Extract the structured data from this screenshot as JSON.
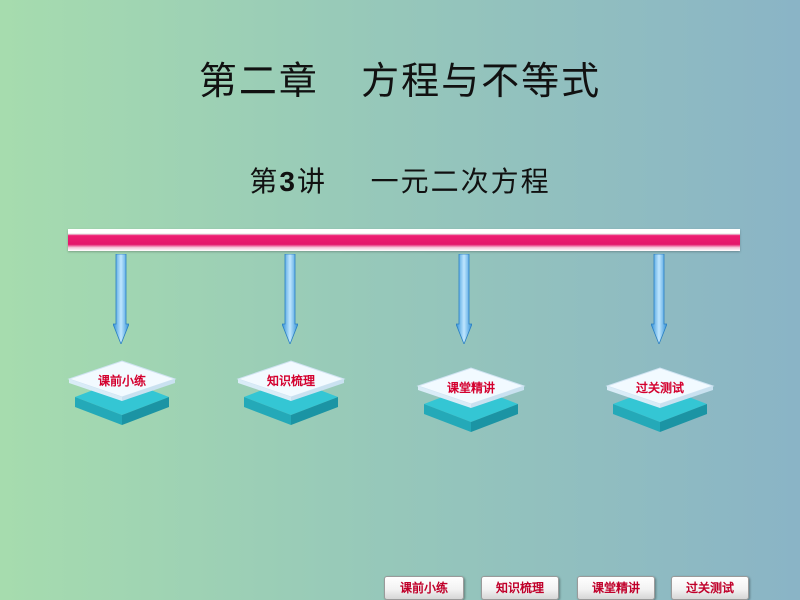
{
  "chapter_title": "第二章   方程与不等式",
  "lesson": {
    "number_prefix": "第",
    "number": "3",
    "suffix": "讲",
    "title": "一元二次方程"
  },
  "nodes": [
    {
      "label": "课前小练"
    },
    {
      "label": "知识梳理"
    },
    {
      "label": "课堂精讲"
    },
    {
      "label": "过关测试"
    }
  ],
  "bottom_nav": [
    {
      "label": "课前小练"
    },
    {
      "label": "知识梳理"
    },
    {
      "label": "课堂精讲"
    },
    {
      "label": "过关测试"
    }
  ],
  "colors": {
    "timeline": "#e3176a",
    "arrow": "#4aa8e8",
    "node_top": "#eef8ff",
    "node_side": "#3ec9d6",
    "label_red": "#d4002e"
  }
}
